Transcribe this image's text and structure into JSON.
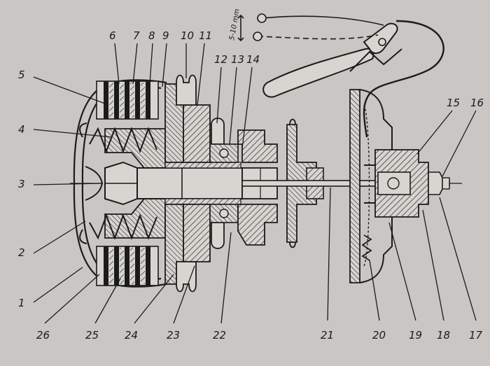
{
  "figure": {
    "dimension_label": "5-10 mm",
    "callouts": [
      "1",
      "2",
      "3",
      "4",
      "5",
      "6",
      "7",
      "8",
      "9",
      "10",
      "11",
      "12",
      "13",
      "14",
      "15",
      "16",
      "17",
      "18",
      "19",
      "20",
      "21",
      "22",
      "23",
      "24",
      "25",
      "26"
    ]
  },
  "colors": {
    "paper": "#c9c6c3",
    "ink": "#1b1b1b",
    "hatch": "#3a3a3a"
  }
}
